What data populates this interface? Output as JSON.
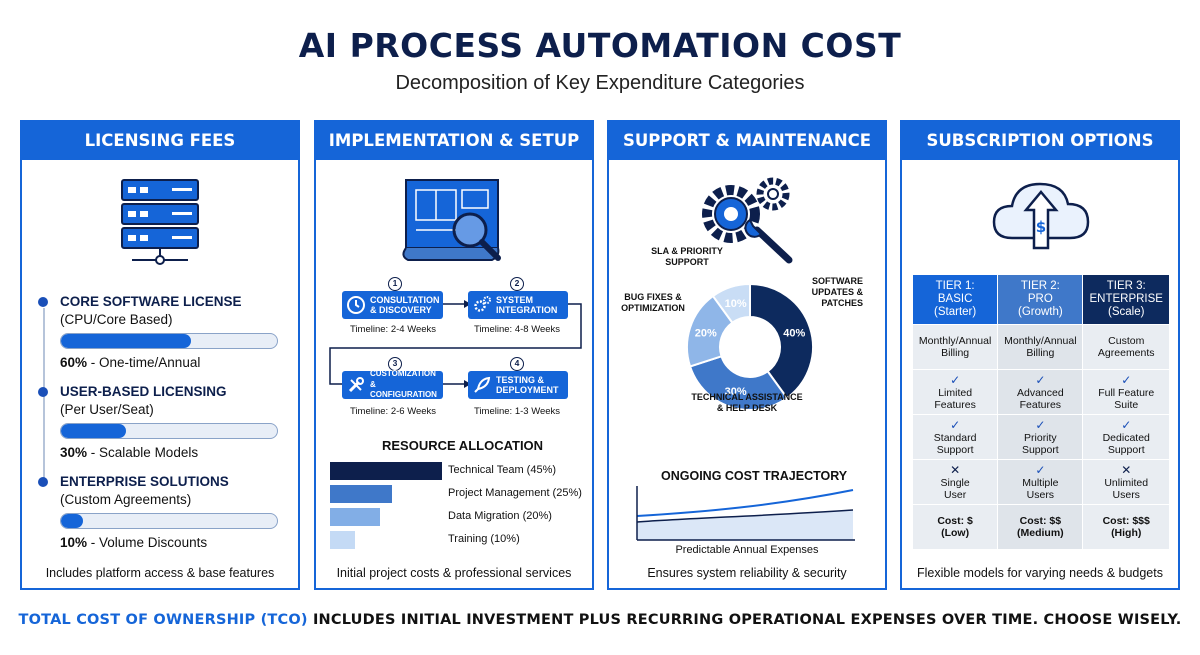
{
  "header": {
    "title": "AI PROCESS AUTOMATION COST",
    "subtitle": "Decomposition of Key Expenditure Categories"
  },
  "colors": {
    "primary": "#1565d8",
    "navy": "#0d1f4c",
    "light": "#a9c8f0"
  },
  "licensing": {
    "title": "LICENSING FEES",
    "icon": "server-rack-icon",
    "items": [
      {
        "title": "CORE SOFTWARE LICENSE",
        "sub": "(CPU/Core Based)",
        "pct_label": "60%",
        "desc": " - One-time/Annual",
        "pct": 60
      },
      {
        "title": "USER-BASED LICENSING",
        "sub": "(Per User/Seat)",
        "pct_label": "30%",
        "desc": " - Scalable Models",
        "pct": 30
      },
      {
        "title": "ENTERPRISE SOLUTIONS",
        "sub": "(Custom Agreements)",
        "pct_label": "10%",
        "desc": " - Volume Discounts",
        "pct": 10
      }
    ],
    "footer": "Includes platform access & base features"
  },
  "implementation": {
    "title": "IMPLEMENTATION & SETUP",
    "icon": "blueprint-magnifier-icon",
    "steps": [
      {
        "num": "1",
        "label_l1": "CONSULTATION",
        "label_l2": "& DISCOVERY",
        "time": "Timeline: 2-4 Weeks",
        "icon": "clock-icon"
      },
      {
        "num": "2",
        "label_l1": "SYSTEM",
        "label_l2": "INTEGRATION",
        "time": "Timeline: 4-8 Weeks",
        "icon": "gears-icon"
      },
      {
        "num": "3",
        "label_l1": "CUSTOMIZATION &",
        "label_l2": "CONFIGURATION",
        "time": "Timeline: 2-6 Weeks",
        "icon": "tools-icon"
      },
      {
        "num": "4",
        "label_l1": "TESTING &",
        "label_l2": "DEPLOYMENT",
        "time": "Timeline: 1-3 Weeks",
        "icon": "rocket-icon"
      }
    ],
    "resource_title": "RESOURCE ALLOCATION",
    "resources": [
      {
        "label": "Technical Team (45%)",
        "value": 45,
        "color": "#0d1f4c"
      },
      {
        "label": "Project Management (25%)",
        "value": 25,
        "color": "#3f78c9"
      },
      {
        "label": "Data Migration (20%)",
        "value": 20,
        "color": "#82aee6"
      },
      {
        "label": "Training (10%)",
        "value": 10,
        "color": "#c4daf5"
      }
    ],
    "footer": "Initial project costs & professional services"
  },
  "support": {
    "title": "SUPPORT & MAINTENANCE",
    "icon": "gears-wrench-icon",
    "donut": [
      {
        "name_l1": "SOFTWARE",
        "name_l2": "UPDATES &",
        "name_l3": "PATCHES",
        "value": 40,
        "label": "40%",
        "color": "#0d2a5e"
      },
      {
        "name_l1": "TECHNICAL ASSISTANCE",
        "name_l2": "& HELP DESK",
        "name_l3": "",
        "value": 30,
        "label": "30%",
        "color": "#3f78c9"
      },
      {
        "name_l1": "BUG FIXES &",
        "name_l2": "OPTIMIZATION",
        "name_l3": "",
        "value": 20,
        "label": "20%",
        "color": "#8fb6e8"
      },
      {
        "name_l1": "SLA & PRIORITY",
        "name_l2": "SUPPORT",
        "name_l3": "",
        "value": 10,
        "label": "10%",
        "color": "#c9ddf5"
      }
    ],
    "trajectory_title": "ONGOING COST TRAJECTORY",
    "trajectory_caption": "Predictable Annual Expenses",
    "footer": "Ensures system reliability & security"
  },
  "subscription": {
    "title": "SUBSCRIPTION OPTIONS",
    "icon": "cloud-dollar-icon",
    "tiers": [
      {
        "l1": "TIER 1:",
        "l2": "BASIC",
        "l3": "(Starter)",
        "color": "#1565d8"
      },
      {
        "l1": "TIER 2:",
        "l2": "PRO",
        "l3": "(Growth)",
        "color": "#3f78c9"
      },
      {
        "l1": "TIER 3:",
        "l2": "ENTERPRISE",
        "l3": "(Scale)",
        "color": "#0d2a5e"
      }
    ],
    "rows": [
      {
        "mark": "",
        "cells": [
          [
            "Monthly/Annual",
            "Billing"
          ],
          [
            "Monthly/Annual",
            "Billing"
          ],
          [
            "Custom",
            "Agreements"
          ]
        ]
      },
      {
        "mark": "✓",
        "cells": [
          [
            "Limited",
            "Features"
          ],
          [
            "Advanced",
            "Features"
          ],
          [
            "Full Feature",
            "Suite"
          ]
        ]
      },
      {
        "mark": "✓",
        "cells": [
          [
            "Standard",
            "Support"
          ],
          [
            "Priority",
            "Support"
          ],
          [
            "Dedicated",
            "Support"
          ]
        ]
      },
      {
        "mark": "✕",
        "cells": [
          [
            "Single",
            "User"
          ],
          [
            "Multiple",
            "Users"
          ],
          [
            "Unlimited",
            "Users"
          ]
        ]
      }
    ],
    "costs": [
      [
        "Cost: $",
        "(Low)"
      ],
      [
        "Cost: $$",
        "(Medium)"
      ],
      [
        "Cost: $$$",
        "(High)"
      ]
    ],
    "footer": "Flexible models for varying needs & budgets"
  },
  "bottom": {
    "highlight": "TOTAL COST OF OWNERSHIP (TCO)",
    "rest": " INCLUDES INITIAL INVESTMENT PLUS RECURRING OPERATIONAL EXPENSES OVER TIME. CHOOSE WISELY."
  }
}
